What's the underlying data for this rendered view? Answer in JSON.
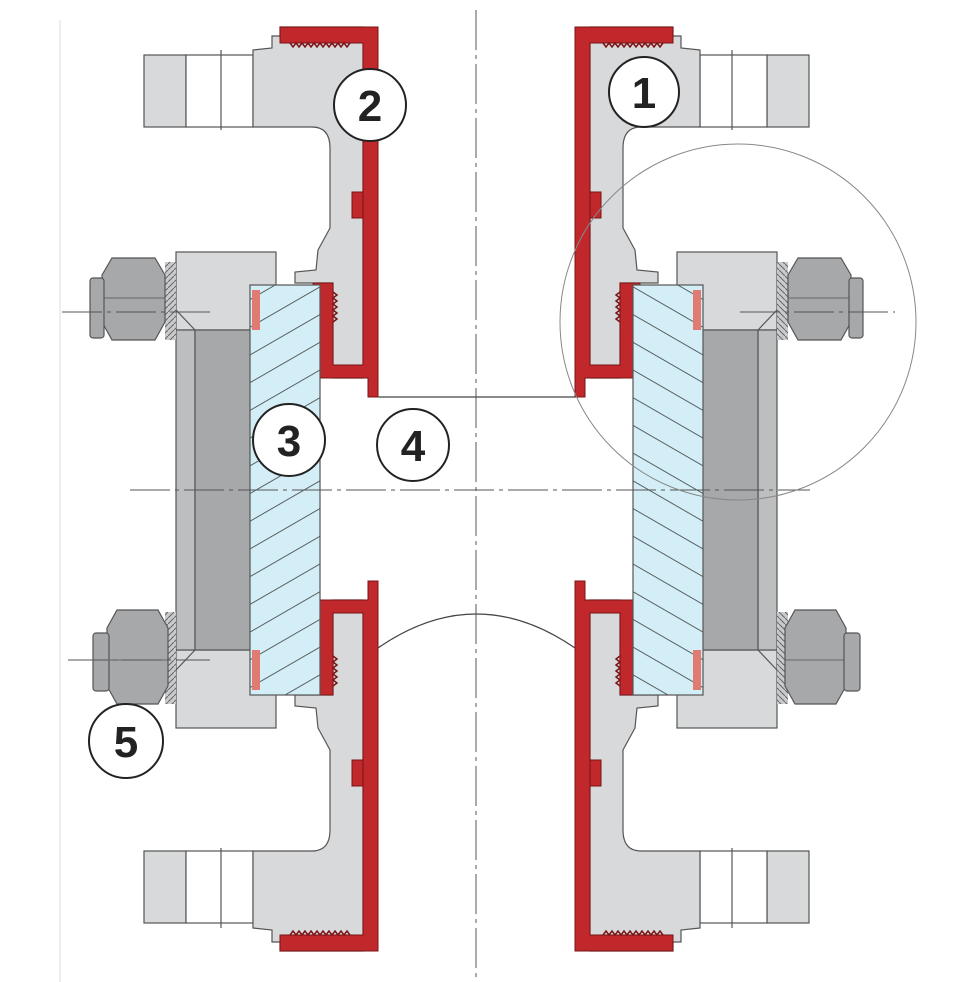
{
  "diagram": {
    "callouts": {
      "c1": "1",
      "c2": "2",
      "c3": "3",
      "c4": "4",
      "c5": "5"
    },
    "colors": {
      "liner": "#c0282b",
      "body": "#d8d9db",
      "frame_dark": "#a7a8aa",
      "glass": "#d3eef6",
      "gasket": "#e07b72",
      "line": "#555555"
    }
  }
}
